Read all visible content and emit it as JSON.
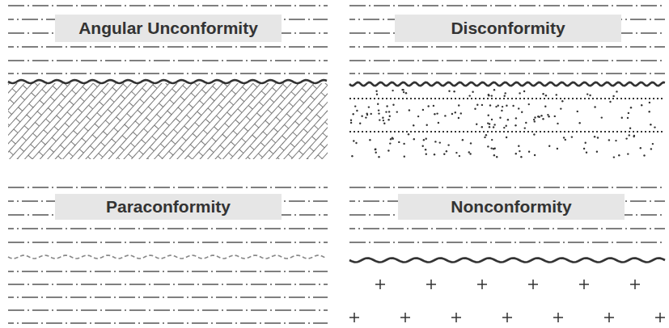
{
  "diagram": {
    "nodes": [
      {
        "text": [
          "Angular Unconformity"
        ]
      },
      {
        "text": [
          "Disconformity"
        ]
      },
      {
        "text": [
          "Paraconformity"
        ]
      },
      {
        "text": [
          "Nonconformity"
        ]
      }
    ]
  }
}
